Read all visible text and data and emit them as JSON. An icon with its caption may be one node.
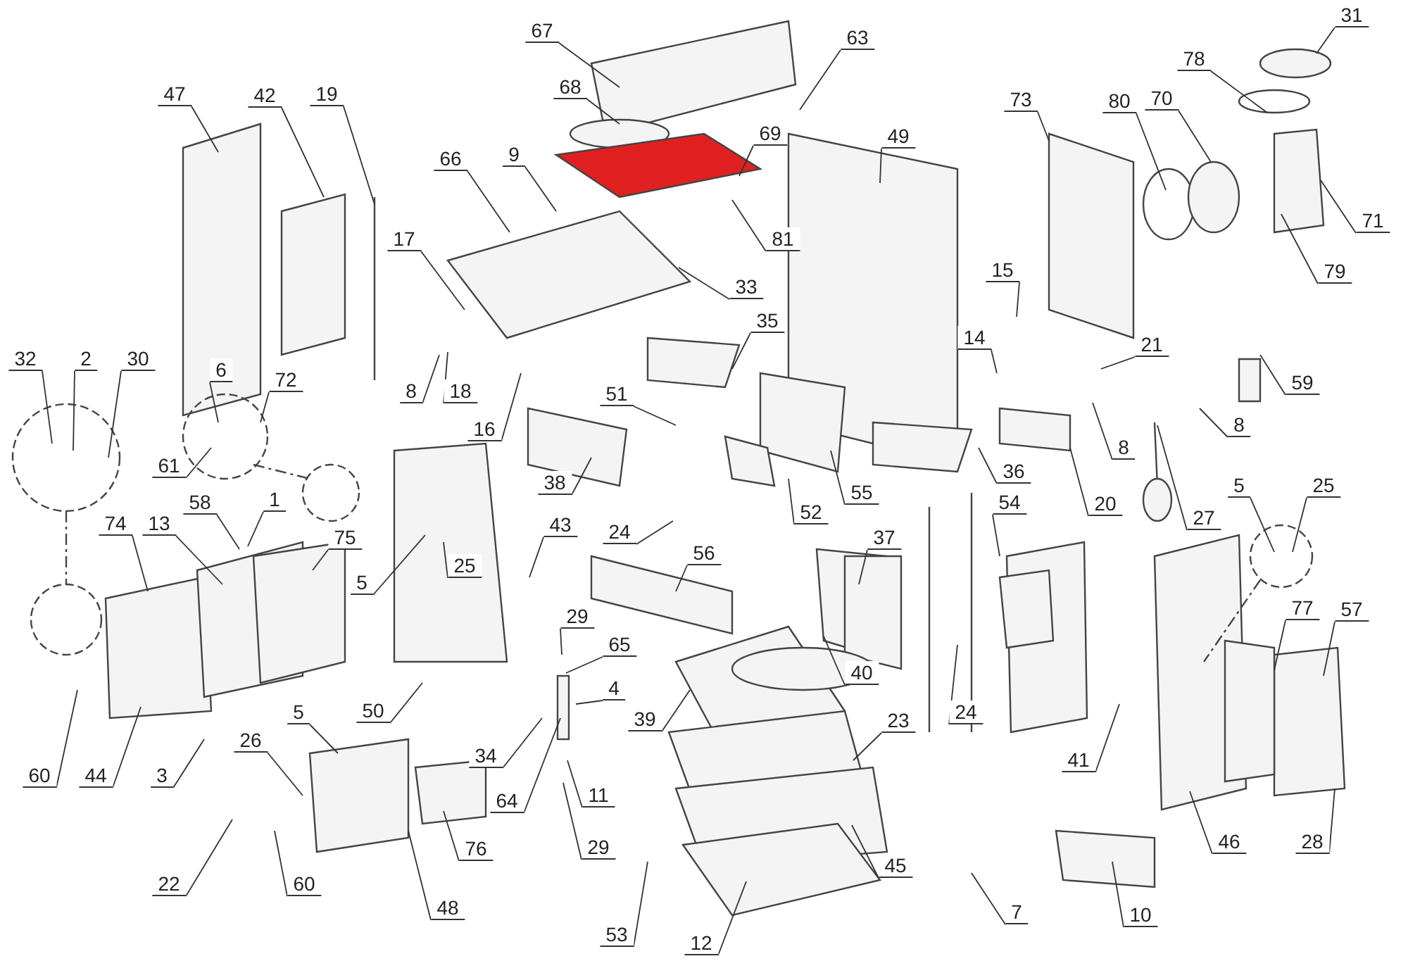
{
  "diagram": {
    "nodes": [
      {
        "text": [
          "31"
        ]
      },
      {
        "text": [
          "67"
        ]
      },
      {
        "text": [
          "63"
        ]
      },
      {
        "text": [
          "78"
        ]
      },
      {
        "text": [
          "47"
        ]
      },
      {
        "text": [
          "42"
        ]
      },
      {
        "text": [
          "19"
        ]
      },
      {
        "text": [
          "68"
        ]
      },
      {
        "text": [
          "70"
        ]
      },
      {
        "text": [
          "73"
        ]
      },
      {
        "text": [
          "80"
        ]
      },
      {
        "text": [
          "69"
        ]
      },
      {
        "text": [
          "49"
        ]
      },
      {
        "text": [
          "9"
        ]
      },
      {
        "text": [
          "66"
        ]
      },
      {
        "text": [
          "71"
        ]
      },
      {
        "text": [
          "17"
        ]
      },
      {
        "text": [
          "81"
        ]
      },
      {
        "text": [
          "15"
        ]
      },
      {
        "text": [
          "79"
        ]
      },
      {
        "text": [
          "33"
        ]
      },
      {
        "text": [
          "35"
        ]
      },
      {
        "text": [
          "14"
        ]
      },
      {
        "text": [
          "21"
        ]
      },
      {
        "text": [
          "32"
        ]
      },
      {
        "text": [
          "2"
        ]
      },
      {
        "text": [
          "30"
        ]
      },
      {
        "text": [
          "6"
        ]
      },
      {
        "text": [
          "72"
        ]
      },
      {
        "text": [
          "59"
        ]
      },
      {
        "text": [
          "8"
        ]
      },
      {
        "text": [
          "18"
        ]
      },
      {
        "text": [
          "51"
        ]
      },
      {
        "text": [
          "8"
        ]
      },
      {
        "text": [
          "16"
        ]
      },
      {
        "text": [
          "8"
        ]
      },
      {
        "text": [
          "61"
        ]
      },
      {
        "text": [
          "36"
        ]
      },
      {
        "text": [
          "38"
        ]
      },
      {
        "text": [
          "5"
        ]
      },
      {
        "text": [
          "25"
        ]
      },
      {
        "text": [
          "55"
        ]
      },
      {
        "text": [
          "58"
        ]
      },
      {
        "text": [
          "1"
        ]
      },
      {
        "text": [
          "54"
        ]
      },
      {
        "text": [
          "20"
        ]
      },
      {
        "text": [
          "52"
        ]
      },
      {
        "text": [
          "27"
        ]
      },
      {
        "text": [
          "74"
        ]
      },
      {
        "text": [
          "13"
        ]
      },
      {
        "text": [
          "43"
        ]
      },
      {
        "text": [
          "24"
        ]
      },
      {
        "text": [
          "37"
        ]
      },
      {
        "text": [
          "75"
        ]
      },
      {
        "text": [
          "56"
        ]
      },
      {
        "text": [
          "25"
        ]
      },
      {
        "text": [
          "5"
        ]
      },
      {
        "text": [
          "77"
        ]
      },
      {
        "text": [
          "57"
        ]
      },
      {
        "text": [
          "29"
        ]
      },
      {
        "text": [
          "65"
        ]
      },
      {
        "text": [
          "40"
        ]
      },
      {
        "text": [
          "4"
        ]
      },
      {
        "text": [
          "50"
        ]
      },
      {
        "text": [
          "5"
        ]
      },
      {
        "text": [
          "24"
        ]
      },
      {
        "text": [
          "39"
        ]
      },
      {
        "text": [
          "23"
        ]
      },
      {
        "text": [
          "26"
        ]
      },
      {
        "text": [
          "34"
        ]
      },
      {
        "text": [
          "41"
        ]
      },
      {
        "text": [
          "60"
        ]
      },
      {
        "text": [
          "44"
        ]
      },
      {
        "text": [
          "3"
        ]
      },
      {
        "text": [
          "11"
        ]
      },
      {
        "text": [
          "64"
        ]
      },
      {
        "text": [
          "46"
        ]
      },
      {
        "text": [
          "28"
        ]
      },
      {
        "text": [
          "29"
        ]
      },
      {
        "text": [
          "76"
        ]
      },
      {
        "text": [
          "45"
        ]
      },
      {
        "text": [
          "22"
        ]
      },
      {
        "text": [
          "60"
        ]
      },
      {
        "text": [
          "48"
        ]
      },
      {
        "text": [
          "7"
        ]
      },
      {
        "text": [
          "10"
        ]
      },
      {
        "text": [
          "53"
        ]
      },
      {
        "text": [
          "12"
        ]
      }
    ],
    "edges": [
      {
        "from": 0,
        "to": null,
        "arrow": "none"
      },
      {
        "from": 1,
        "to": null,
        "arrow": "none"
      },
      {
        "from": 2,
        "to": null,
        "arrow": "none"
      },
      {
        "from": 3,
        "to": null,
        "arrow": "none"
      },
      {
        "from": 4,
        "to": null,
        "arrow": "none"
      },
      {
        "from": 5,
        "to": null,
        "arrow": "none"
      },
      {
        "from": 6,
        "to": null,
        "arrow": "none"
      },
      {
        "from": 7,
        "to": null,
        "arrow": "none"
      },
      {
        "from": 8,
        "to": null,
        "arrow": "none"
      },
      {
        "from": 9,
        "to": null,
        "arrow": "none"
      },
      {
        "from": 10,
        "to": null,
        "arrow": "none"
      },
      {
        "from": 11,
        "to": null,
        "arrow": "none"
      },
      {
        "from": 12,
        "to": null,
        "arrow": "none"
      },
      {
        "from": 13,
        "to": null,
        "arrow": "none"
      },
      {
        "from": 14,
        "to": null,
        "arrow": "none"
      },
      {
        "from": 15,
        "to": null,
        "arrow": "none"
      },
      {
        "from": 16,
        "to": null,
        "arrow": "none"
      },
      {
        "from": 17,
        "to": null,
        "arrow": "none"
      },
      {
        "from": 18,
        "to": null,
        "arrow": "none"
      },
      {
        "from": 19,
        "to": null,
        "arrow": "none"
      },
      {
        "from": 20,
        "to": null,
        "arrow": "none"
      },
      {
        "from": 21,
        "to": null,
        "arrow": "none"
      },
      {
        "from": 22,
        "to": null,
        "arrow": "none"
      },
      {
        "from": 23,
        "to": null,
        "arrow": "none"
      },
      {
        "from": 24,
        "to": null,
        "arrow": "none"
      },
      {
        "from": 25,
        "to": null,
        "arrow": "none"
      },
      {
        "from": 26,
        "to": null,
        "arrow": "none"
      },
      {
        "from": 27,
        "to": null,
        "arrow": "none"
      },
      {
        "from": 28,
        "to": null,
        "arrow": "none"
      },
      {
        "from": 29,
        "to": null,
        "arrow": "none"
      },
      {
        "from": 30,
        "to": null,
        "arrow": "none"
      },
      {
        "from": 31,
        "to": null,
        "arrow": "none"
      },
      {
        "from": 32,
        "to": null,
        "arrow": "none"
      },
      {
        "from": 33,
        "to": null,
        "arrow": "none"
      },
      {
        "from": 34,
        "to": null,
        "arrow": "none"
      },
      {
        "from": 35,
        "to": null,
        "arrow": "none"
      },
      {
        "from": 36,
        "to": null,
        "arrow": "none"
      },
      {
        "from": 37,
        "to": null,
        "arrow": "none"
      },
      {
        "from": 38,
        "to": null,
        "arrow": "none"
      },
      {
        "from": 39,
        "to": null,
        "arrow": "none"
      },
      {
        "from": 40,
        "to": null,
        "arrow": "none"
      },
      {
        "from": 41,
        "to": null,
        "arrow": "none"
      },
      {
        "from": 42,
        "to": null,
        "arrow": "none"
      },
      {
        "from": 43,
        "to": null,
        "arrow": "none"
      },
      {
        "from": 44,
        "to": null,
        "arrow": "none"
      },
      {
        "from": 45,
        "to": null,
        "arrow": "none"
      },
      {
        "from": 46,
        "to": null,
        "arrow": "none"
      },
      {
        "from": 47,
        "to": null,
        "arrow": "none"
      },
      {
        "from": 48,
        "to": null,
        "arrow": "none"
      },
      {
        "from": 49,
        "to": null,
        "arrow": "none"
      },
      {
        "from": 50,
        "to": null,
        "arrow": "none"
      },
      {
        "from": 51,
        "to": null,
        "arrow": "none"
      },
      {
        "from": 52,
        "to": null,
        "arrow": "none"
      },
      {
        "from": 53,
        "to": null,
        "arrow": "none"
      },
      {
        "from": 54,
        "to": null,
        "arrow": "none"
      },
      {
        "from": 55,
        "to": null,
        "arrow": "none"
      },
      {
        "from": 56,
        "to": null,
        "arrow": "none"
      },
      {
        "from": 57,
        "to": null,
        "arrow": "none"
      },
      {
        "from": 58,
        "to": null,
        "arrow": "none"
      },
      {
        "from": 59,
        "to": null,
        "arrow": "none"
      },
      {
        "from": 60,
        "to": null,
        "arrow": "none"
      },
      {
        "from": 61,
        "to": null,
        "arrow": "none"
      },
      {
        "from": 62,
        "to": null,
        "arrow": "none"
      },
      {
        "from": 63,
        "to": null,
        "arrow": "none"
      },
      {
        "from": 64,
        "to": null,
        "arrow": "none"
      },
      {
        "from": 65,
        "to": null,
        "arrow": "none"
      },
      {
        "from": 66,
        "to": null,
        "arrow": "none"
      },
      {
        "from": 67,
        "to": null,
        "arrow": "none"
      },
      {
        "from": 68,
        "to": null,
        "arrow": "none"
      },
      {
        "from": 69,
        "to": null,
        "arrow": "none"
      },
      {
        "from": 70,
        "to": null,
        "arrow": "none"
      },
      {
        "from": 71,
        "to": null,
        "arrow": "none"
      },
      {
        "from": 72,
        "to": null,
        "arrow": "none"
      },
      {
        "from": 73,
        "to": null,
        "arrow": "none"
      },
      {
        "from": 74,
        "to": null,
        "arrow": "none"
      },
      {
        "from": 75,
        "to": null,
        "arrow": "none"
      },
      {
        "from": 76,
        "to": null,
        "arrow": "none"
      },
      {
        "from": 77,
        "to": null,
        "arrow": "none"
      },
      {
        "from": 78,
        "to": null,
        "arrow": "none"
      },
      {
        "from": 79,
        "to": null,
        "arrow": "none"
      },
      {
        "from": 80,
        "to": null,
        "arrow": "none"
      },
      {
        "from": 81,
        "to": null,
        "arrow": "none"
      },
      {
        "from": 82,
        "to": null,
        "arrow": "none"
      },
      {
        "from": 83,
        "to": null,
        "arrow": "none"
      },
      {
        "from": 84,
        "to": null,
        "arrow": "none"
      },
      {
        "from": 85,
        "to": null,
        "arrow": "none"
      },
      {
        "from": 86,
        "to": null,
        "arrow": "none"
      },
      {
        "from": 87,
        "to": null,
        "arrow": "none"
      }
    ]
  }
}
